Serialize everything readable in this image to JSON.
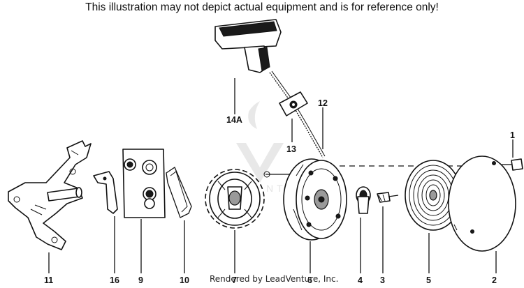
{
  "disclaimer": "This illustration may not depict actual equipment and is for reference only!",
  "footer": "Rendered by LeadVenture, Inc.",
  "watermark": {
    "logo": "leadventure-logo",
    "text": "LEADVENTURE"
  },
  "callouts": [
    {
      "id": "1",
      "part": "screw"
    },
    {
      "id": "2",
      "part": "cover"
    },
    {
      "id": "3",
      "part": "screw"
    },
    {
      "id": "4",
      "part": "bushing"
    },
    {
      "id": "5",
      "part": "rewind-spring"
    },
    {
      "id": "6",
      "part": "pulley"
    },
    {
      "id": "7",
      "part": "starter-gear"
    },
    {
      "id": "9",
      "part": "bracket-plate"
    },
    {
      "id": "10",
      "part": "retainer-spring"
    },
    {
      "id": "11",
      "part": "mounting-bracket"
    },
    {
      "id": "12",
      "part": "starter-rope"
    },
    {
      "id": "13",
      "part": "rope-guide"
    },
    {
      "id": "14A",
      "part": "starter-handle"
    },
    {
      "id": "16",
      "part": "clip"
    }
  ]
}
